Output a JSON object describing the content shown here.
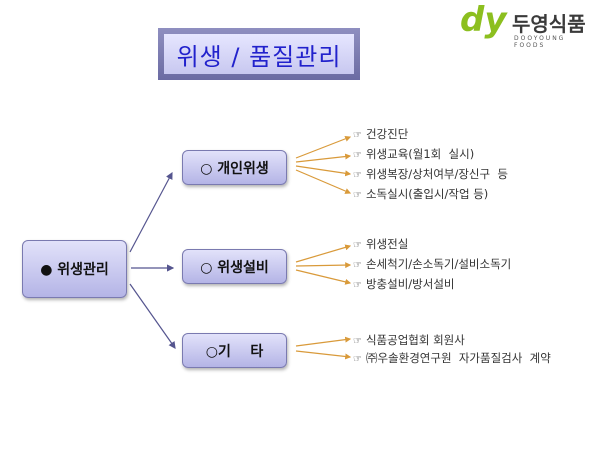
{
  "title": "위생 / 품질관리",
  "logo": {
    "mark": "dy",
    "name": "두영식품",
    "sub": "DOOYOUNG FOODS"
  },
  "root": {
    "label": "● 위생관리"
  },
  "branches": [
    {
      "label": "○ 개인위생",
      "items": [
        "건강진단",
        "위생교육(월1회  실시)",
        "위생복장/상처여부/장신구  등",
        "소독실시(출입시/작업 등)"
      ]
    },
    {
      "label": "○ 위생설비",
      "items": [
        "위생전실",
        "손세척기/손소독기/설비소독기",
        "방충설비/방서설비"
      ]
    },
    {
      "label": "○기    타",
      "items": [
        "식품공업협회 회원사",
        "㈜우솔환경연구원  자가품질검사  계약"
      ]
    }
  ],
  "bullet_icon": "☞",
  "colors": {
    "title_text": "#2222cc",
    "arrow": "#55558f",
    "connector": "#d99a3a",
    "logo_green": "#8cbf1f"
  }
}
